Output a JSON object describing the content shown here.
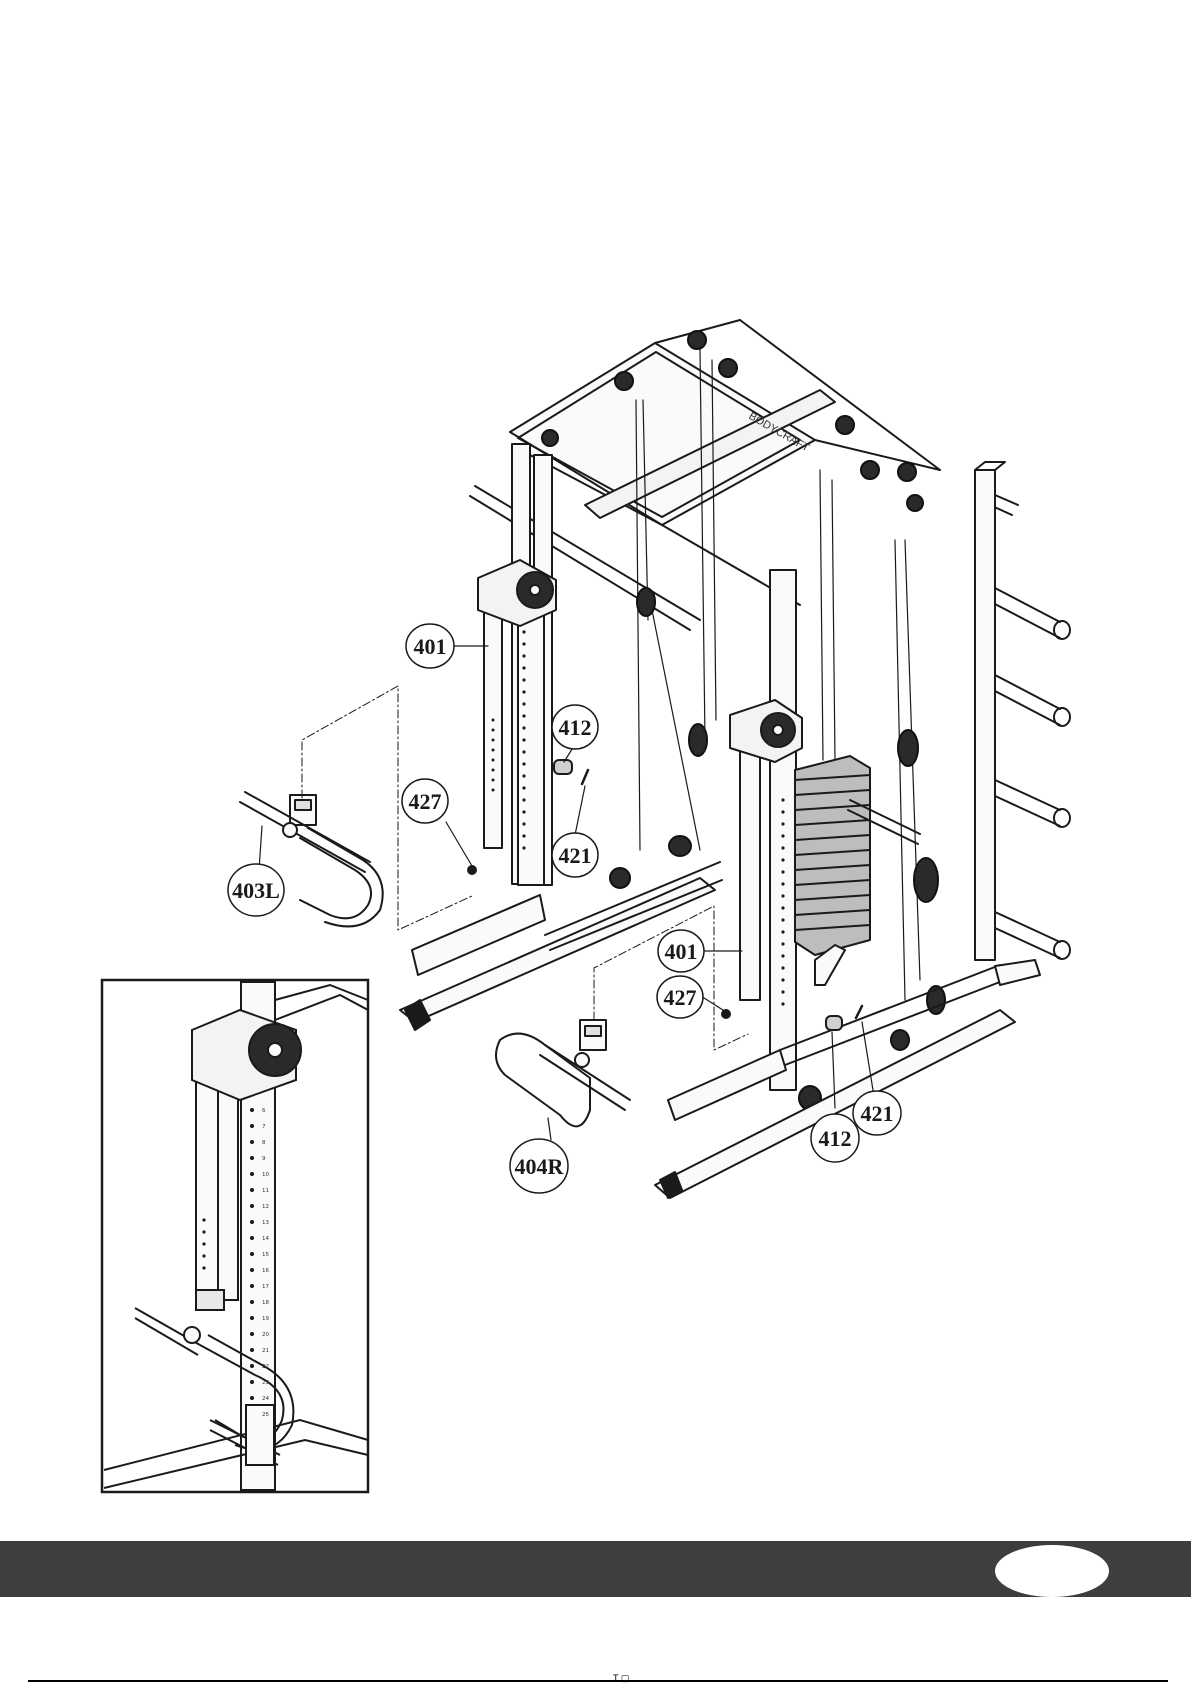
{
  "callouts": {
    "upper_401": "401",
    "lower_401": "401",
    "left_412": "412",
    "right_412": "412",
    "left_427": "427",
    "right_427": "427",
    "left_421": "421",
    "right_421": "421",
    "left_handle": "403L",
    "right_handle": "404R"
  },
  "frame_branding": "BODYCRAFT",
  "upright_hole_numbers": [
    "6",
    "7",
    "8",
    "9",
    "10",
    "11",
    "12",
    "13",
    "14",
    "15",
    "16",
    "17",
    "18",
    "19",
    "20",
    "21",
    "22",
    "23",
    "24",
    "25"
  ],
  "page_number": "",
  "footer_cropped_text": "T  ▢",
  "colors": {
    "line": "#1a1a1a",
    "footer_bar": "#3e3e3e",
    "page_badge": "#ffffff"
  }
}
